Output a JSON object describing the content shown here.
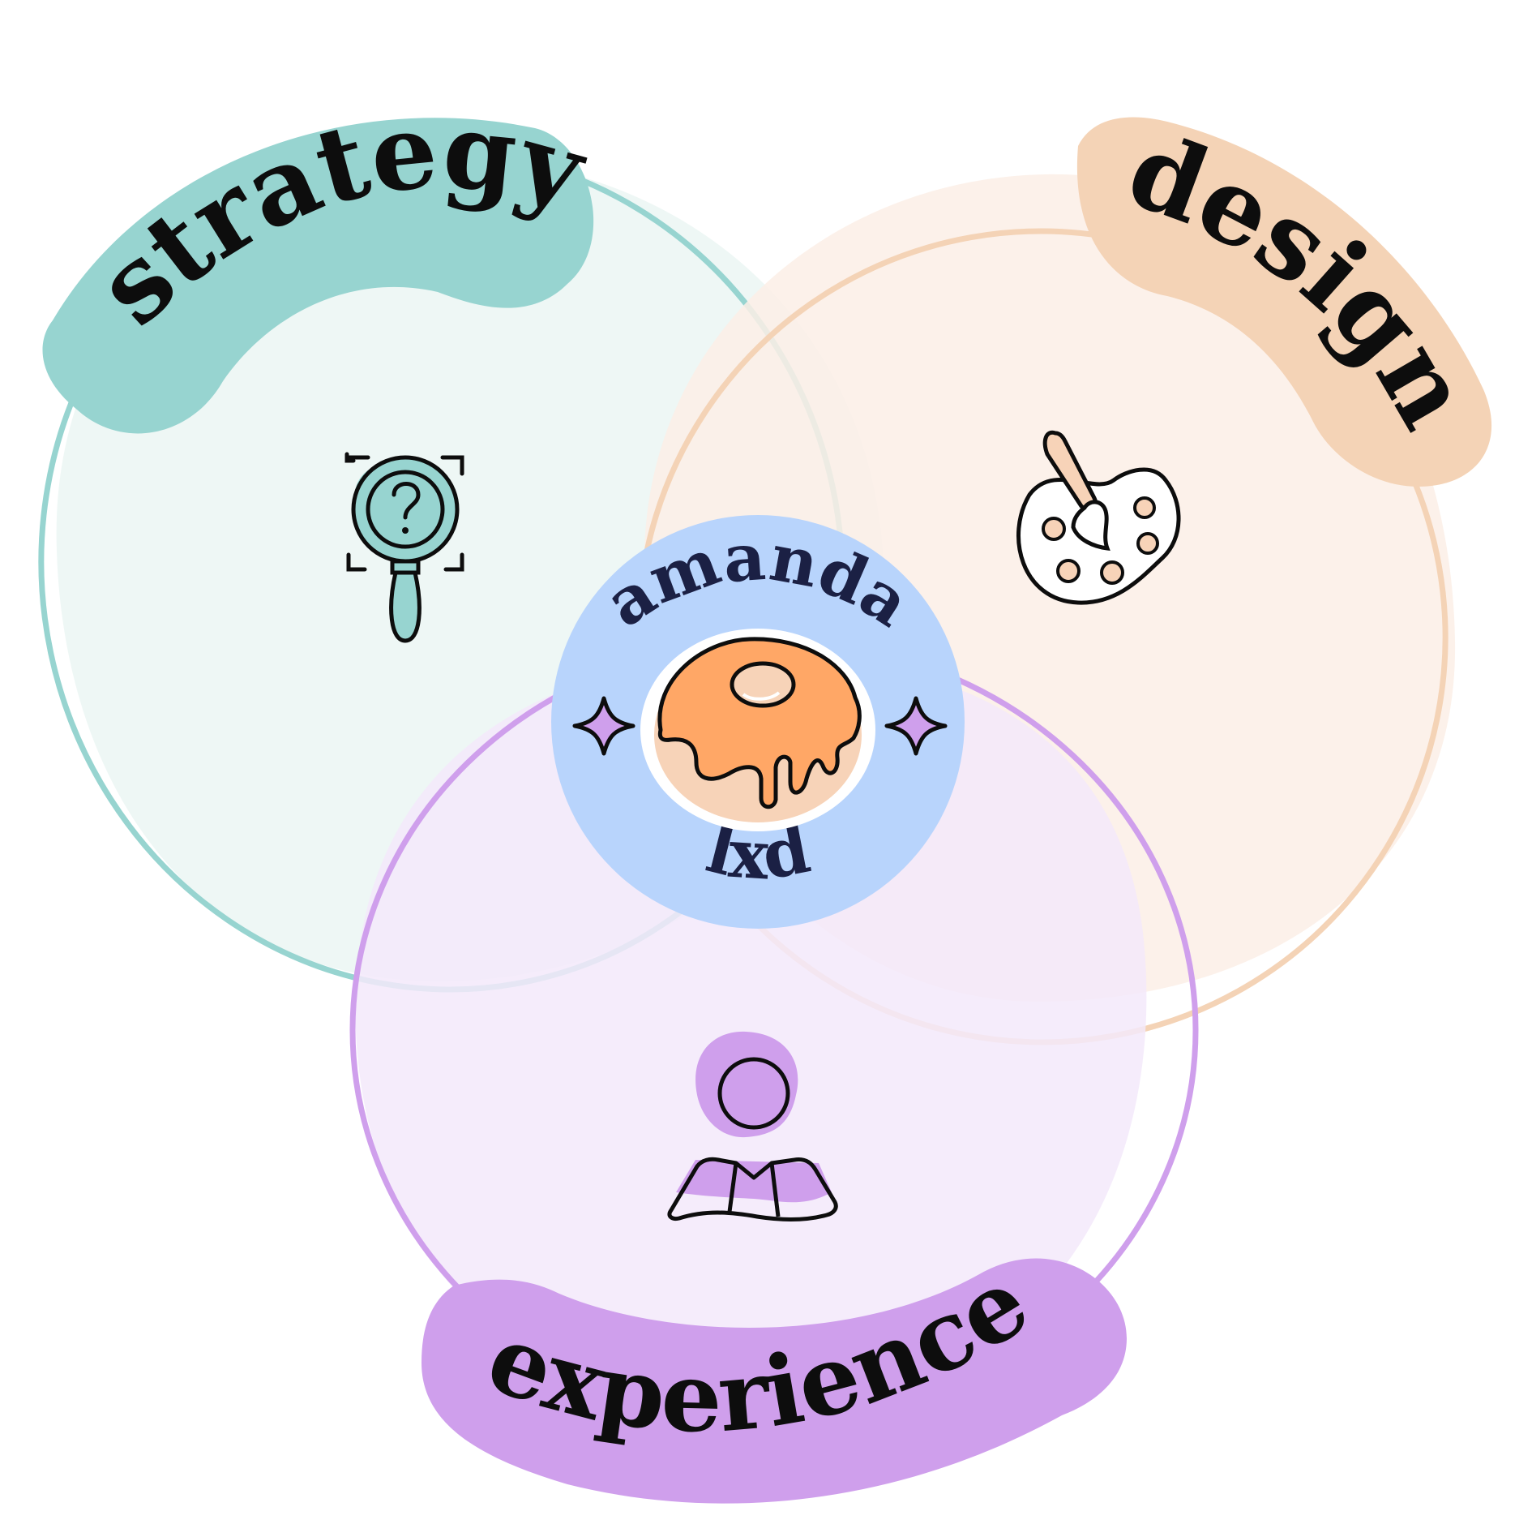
{
  "diagram": {
    "center": {
      "top_text": "amanda",
      "bottom_text": "lxd",
      "icon": "donut-icon",
      "sparkle_icon": "sparkle-icon",
      "color": "#b8d4fc"
    },
    "circles": [
      {
        "id": "strategy",
        "label": "strategy",
        "icon": "magnifier-question-icon",
        "fill": "#eef7f5",
        "stroke": "#97d4d0",
        "banner": "#97d4d0"
      },
      {
        "id": "design",
        "label": "design",
        "icon": "paint-palette-icon",
        "fill": "#fbefe6",
        "stroke": "#f4d3b6",
        "banner": "#f4d3b6"
      },
      {
        "id": "experience",
        "label": "experience",
        "icon": "user-map-icon",
        "fill": "#f3e9fa",
        "stroke": "#cf9fec",
        "banner": "#cf9fec"
      }
    ],
    "ink_color": "#0d0d0d",
    "center_ink": "#1b2044",
    "donut_orange": "#ffa766",
    "donut_light": "#f7d3b8"
  }
}
